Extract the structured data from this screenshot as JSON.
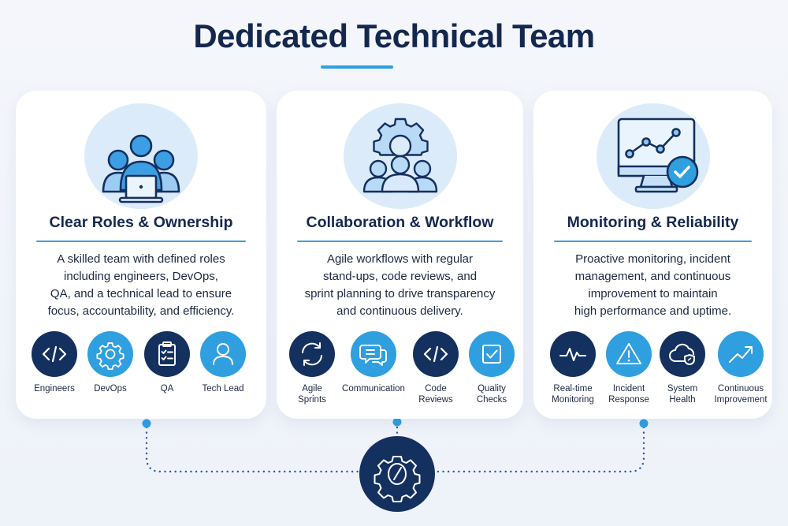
{
  "header": {
    "title": "Dedicated Technical Team"
  },
  "colors": {
    "navy": "#14305f",
    "title_navy": "#14284f",
    "accent_blue": "#2f9fe0",
    "hero_bg": "#dcebf9",
    "card_bg": "#ffffff",
    "page_bg": "#f4f6fb"
  },
  "cards": [
    {
      "hero_icon": "team-with-laptop-icon",
      "title": "Clear Roles & Ownership",
      "description": [
        "A skilled team with defined roles",
        "including engineers, DevOps,",
        "QA, and a technical lead to ensure",
        "focus, accountability, and efficiency."
      ],
      "items": [
        {
          "icon": "code-icon",
          "style": "dark",
          "label": [
            "Engineers"
          ]
        },
        {
          "icon": "gear-icon",
          "style": "light",
          "label": [
            "DevOps"
          ]
        },
        {
          "icon": "clipboard-checklist-icon",
          "style": "dark",
          "label": [
            "QA"
          ]
        },
        {
          "icon": "user-icon",
          "style": "light",
          "label": [
            "Tech Lead"
          ]
        }
      ]
    },
    {
      "hero_icon": "team-gear-icon",
      "title": "Collaboration & Workflow",
      "description": [
        "Agile workflows with regular",
        "stand-ups, code reviews, and",
        "sprint planning to drive transparency",
        "and continuous delivery."
      ],
      "items": [
        {
          "icon": "refresh-cycle-icon",
          "style": "dark",
          "label": [
            "Agile",
            "Sprints"
          ]
        },
        {
          "icon": "chat-bubbles-icon",
          "style": "light",
          "label": [
            "Communication"
          ]
        },
        {
          "icon": "code-icon",
          "style": "dark",
          "label": [
            "Code",
            "Reviews"
          ]
        },
        {
          "icon": "checkbox-icon",
          "style": "light",
          "label": [
            "Quality",
            "Checks"
          ]
        }
      ]
    },
    {
      "hero_icon": "monitor-chart-check-icon",
      "title": "Monitoring & Reliability",
      "description": [
        "Proactive monitoring, incident",
        "management, and continuous",
        "improvement to maintain",
        "high performance and uptime."
      ],
      "items": [
        {
          "icon": "heartbeat-pulse-icon",
          "style": "dark",
          "label": [
            "Real-time",
            "Monitoring"
          ]
        },
        {
          "icon": "warning-triangle-icon",
          "style": "light",
          "label": [
            "Incident",
            "Response"
          ]
        },
        {
          "icon": "cloud-shield-icon",
          "style": "dark",
          "label": [
            "System",
            "Health"
          ]
        },
        {
          "icon": "trend-up-icon",
          "style": "light",
          "label": [
            "Continuous",
            "Improvement"
          ]
        }
      ]
    }
  ],
  "hub": {
    "icon": "gear-gauge-icon"
  }
}
